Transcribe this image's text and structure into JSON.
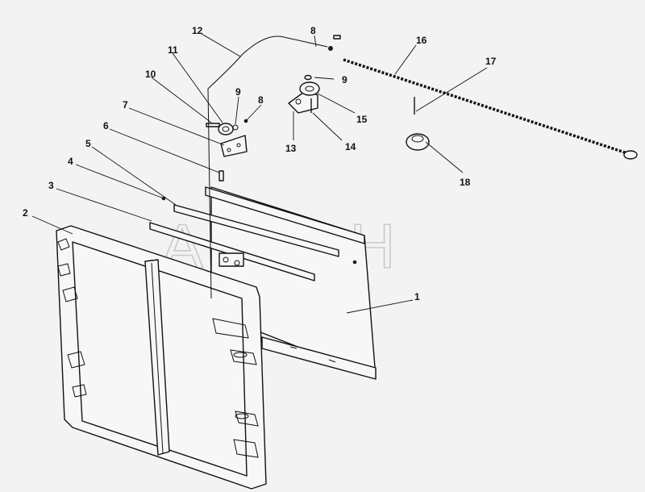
{
  "watermark": "АРАОН",
  "callouts": [
    {
      "id": "1",
      "text": "1"
    },
    {
      "id": "2",
      "text": "2"
    },
    {
      "id": "3",
      "text": "3"
    },
    {
      "id": "4",
      "text": "4"
    },
    {
      "id": "5",
      "text": "5"
    },
    {
      "id": "6",
      "text": "6"
    },
    {
      "id": "7",
      "text": "7"
    },
    {
      "id": "8a",
      "text": "8"
    },
    {
      "id": "8b",
      "text": "8"
    },
    {
      "id": "9a",
      "text": "9"
    },
    {
      "id": "9b",
      "text": "9"
    },
    {
      "id": "10",
      "text": "10"
    },
    {
      "id": "11",
      "text": "11"
    },
    {
      "id": "12",
      "text": "12"
    },
    {
      "id": "13",
      "text": "13"
    },
    {
      "id": "14",
      "text": "14"
    },
    {
      "id": "15",
      "text": "15"
    },
    {
      "id": "16",
      "text": "16"
    },
    {
      "id": "17",
      "text": "17"
    },
    {
      "id": "18",
      "text": "18"
    }
  ]
}
